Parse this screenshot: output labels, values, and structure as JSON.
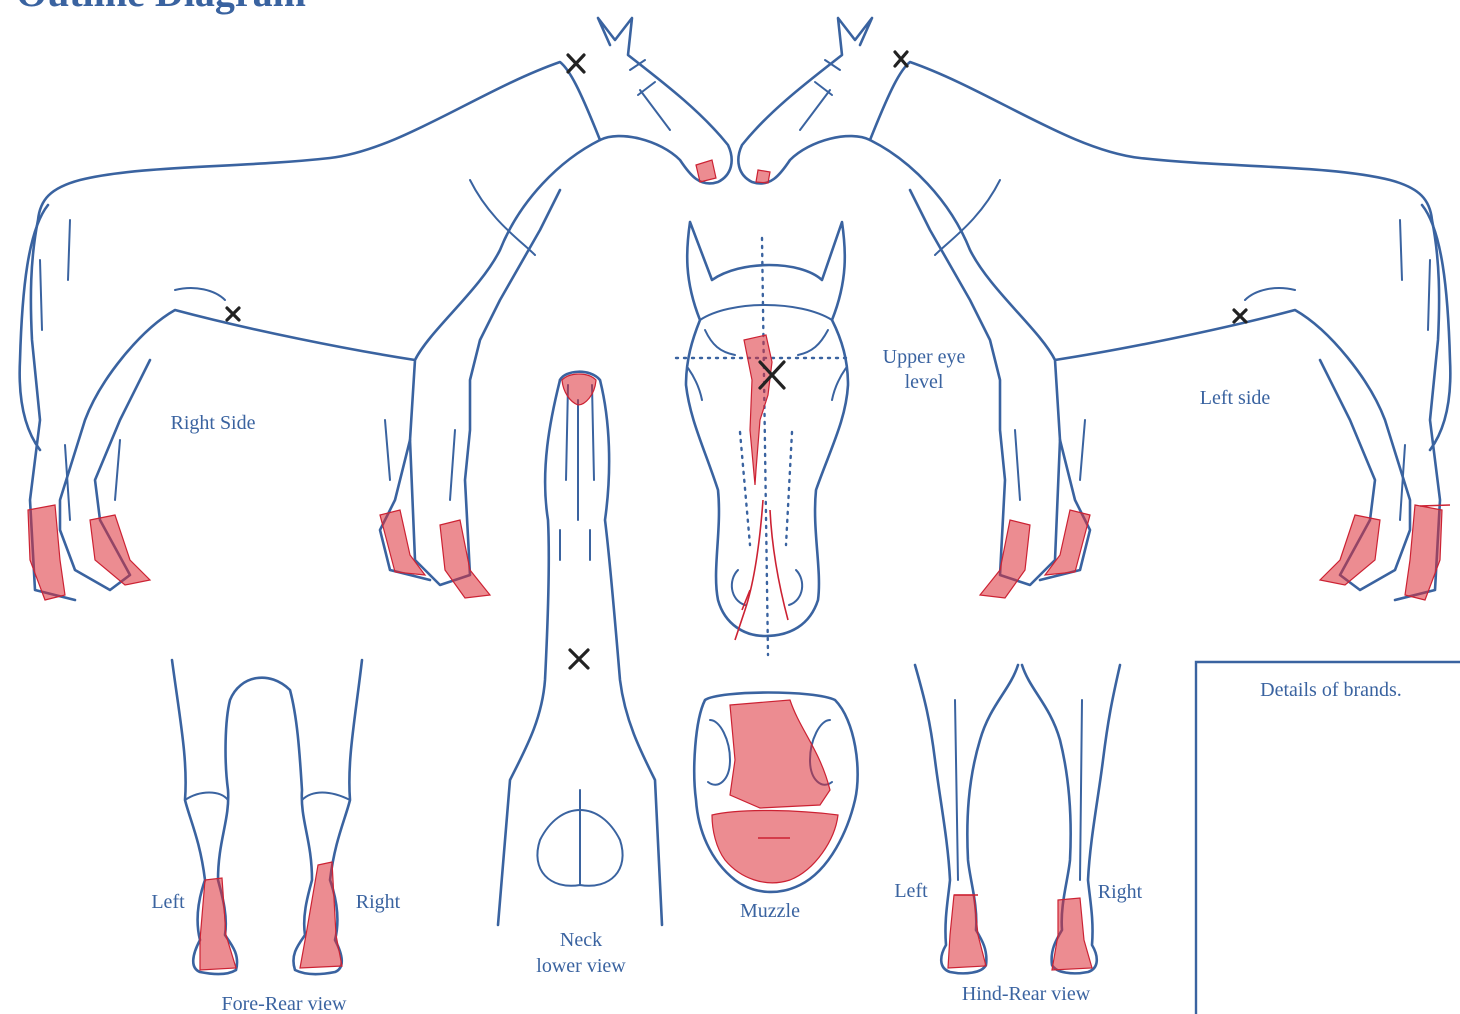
{
  "title": "Outline Diagram",
  "views": {
    "right_side": "Right Side",
    "left_side": "Left side",
    "upper_eye_line1": "Upper eye",
    "upper_eye_line2": "level",
    "neck_line1": "Neck",
    "neck_line2": "lower view",
    "muzzle": "Muzzle",
    "fore_rear": {
      "title": "Fore-Rear view",
      "left": "Left",
      "right": "Right"
    },
    "hind_rear": {
      "title": "Hind-Rear view",
      "left": "Left",
      "right": "Right"
    }
  },
  "brands_box": {
    "title": "Details of brands."
  },
  "colors": {
    "outline": "#3a63a0",
    "markings": "#cc2233",
    "whorl_x": "#222222"
  }
}
